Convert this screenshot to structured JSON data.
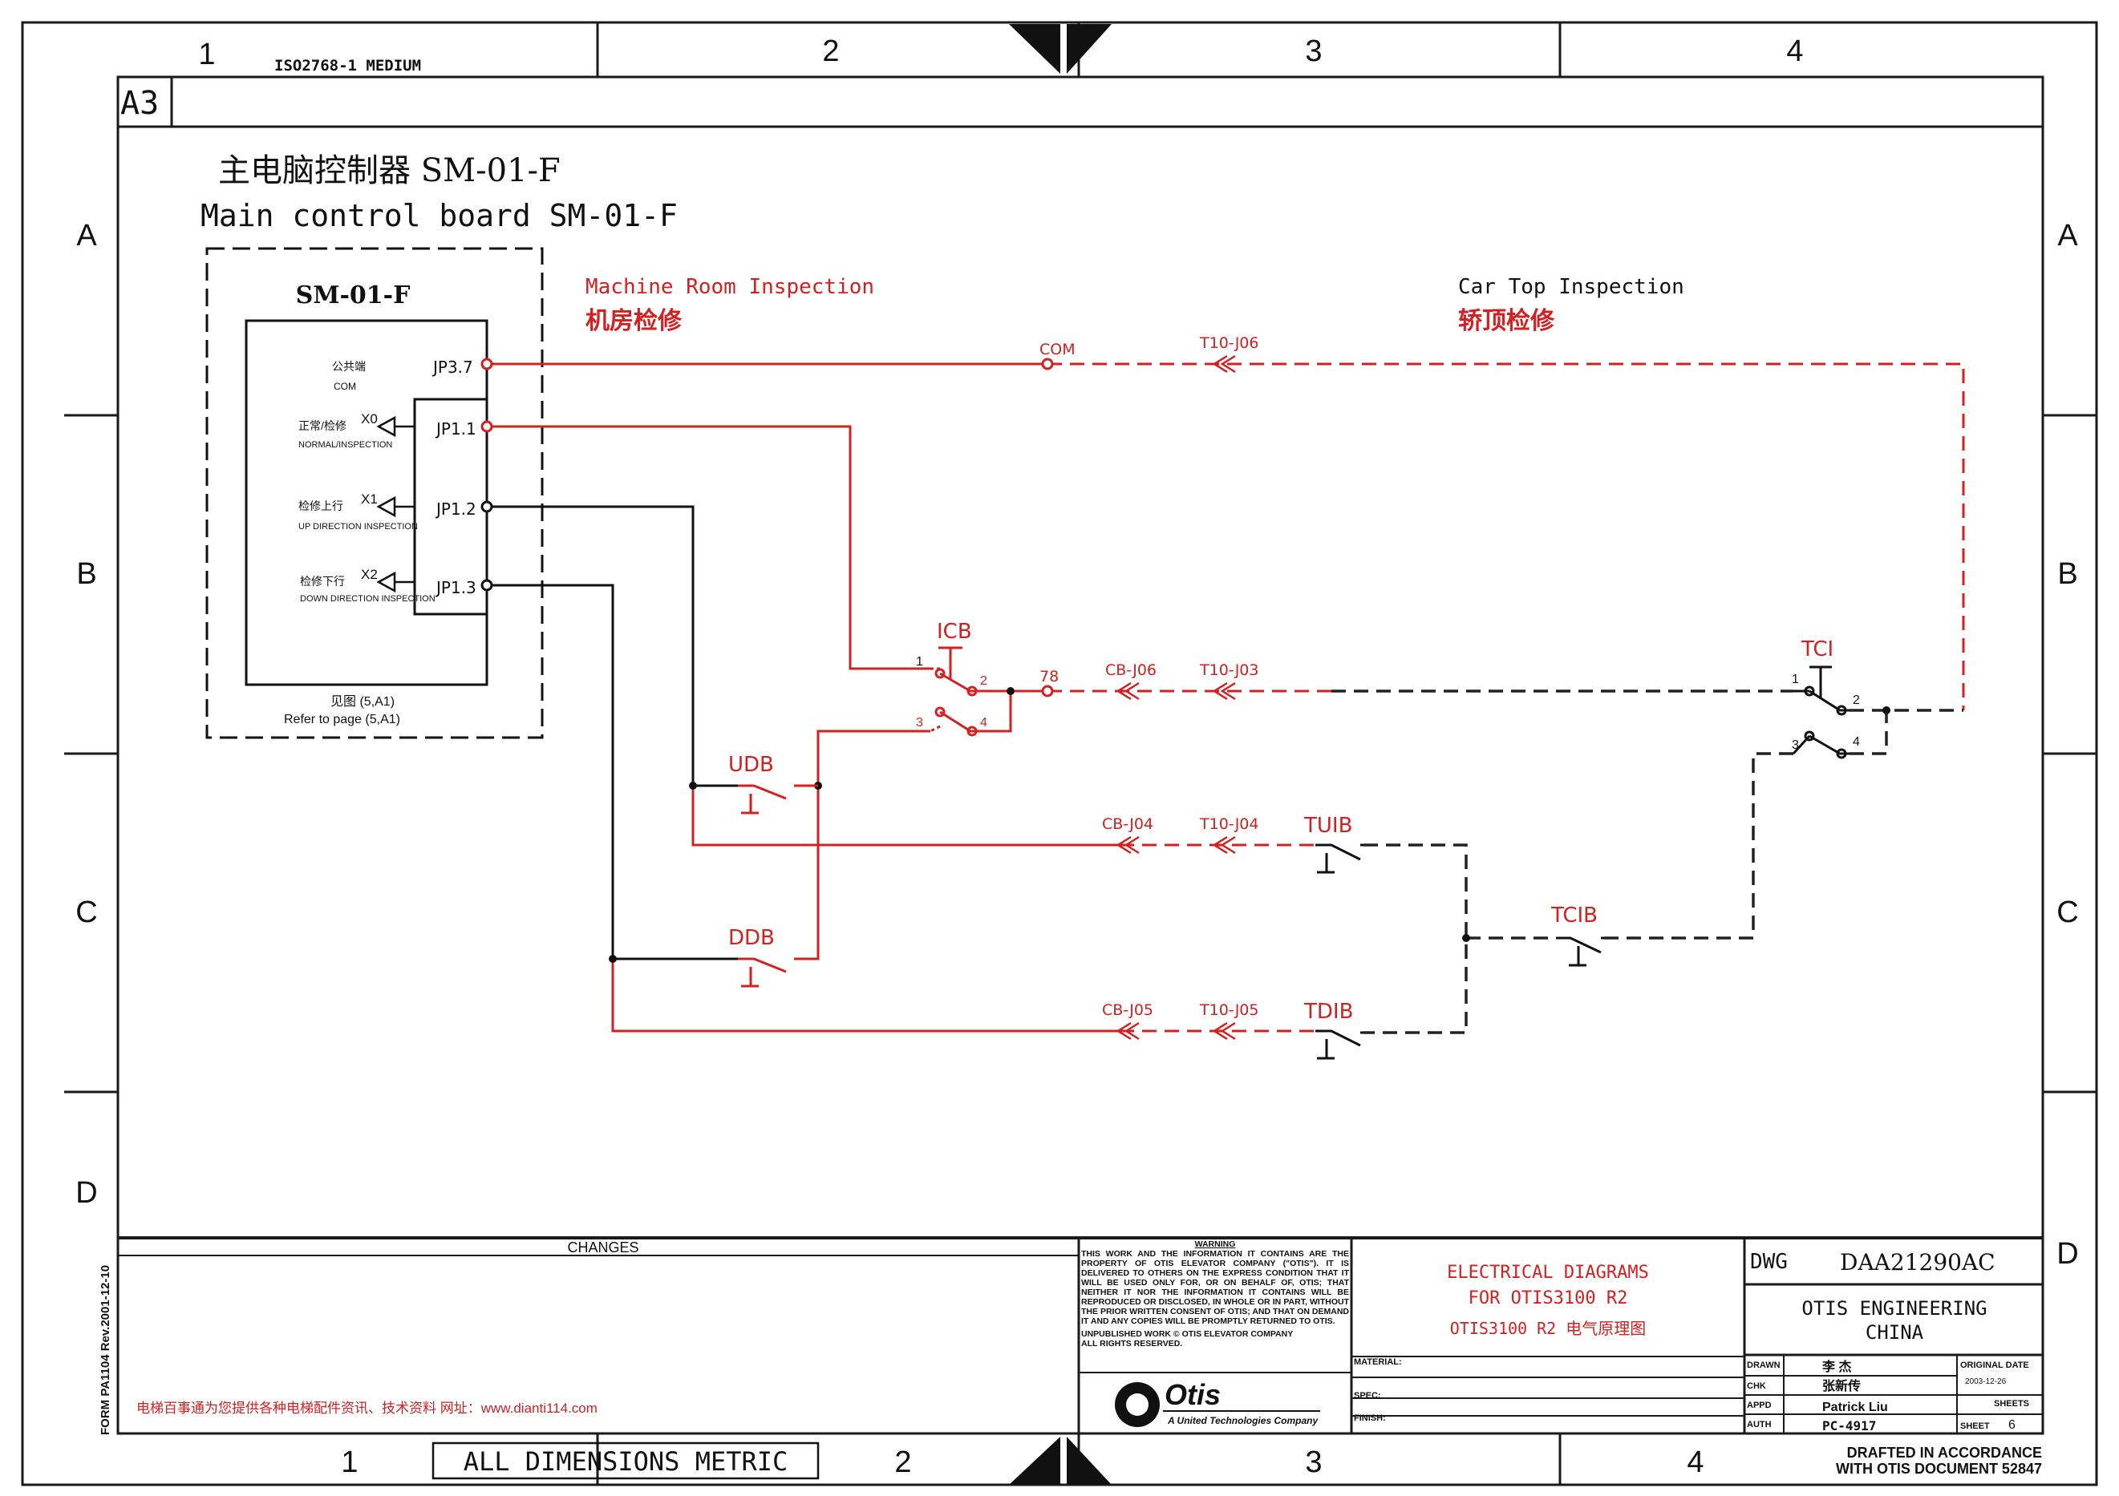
{
  "sheet": {
    "size": "A3",
    "paper_note": "ISO2768-1 MEDIUM",
    "columns": [
      "1",
      "2",
      "3",
      "4"
    ],
    "rows": [
      "A",
      "B",
      "C",
      "D"
    ],
    "form_ref": "FORM PA1104   Rev.2001-12-10",
    "dimensions_note": "ALL DIMENSIONS METRIC",
    "watermark": "电梯百事通为您提供各种电梯配件资讯、技术资料    网址：www.dianti114.com"
  },
  "board": {
    "title_cn": "主电脑控制器 SM-01-F",
    "title_en": "Main control board SM-01-F",
    "box_label": "SM-01-F",
    "pins": [
      {
        "pin": "JP3.7",
        "sig": "",
        "cn": "公共端",
        "en": "COM"
      },
      {
        "pin": "JP1.1",
        "sig": "X0",
        "cn": "正常/检修",
        "en": "NORMAL/INSPECTION"
      },
      {
        "pin": "JP1.2",
        "sig": "X1",
        "cn": "检修上行",
        "en": "UP DIRECTION INSPECTION"
      },
      {
        "pin": "JP1.3",
        "sig": "X2",
        "cn": "检修下行",
        "en": "DOWN DIRECTION INSPECTION"
      }
    ],
    "refer_cn": "见图 (5,A1)",
    "refer_en": "Refer to page (5,A1)"
  },
  "sections": {
    "machine_room_en": "Machine Room Inspection",
    "machine_room_cn": "机房检修",
    "car_top_en": "Car Top Inspection",
    "car_top_cn": "轿顶检修"
  },
  "components": {
    "icb": "ICB",
    "tci": "TCI",
    "udb": "UDB",
    "ddb": "DDB",
    "tuib": "TUIB",
    "tdib": "TDIB",
    "tcib": "TCIB",
    "icb_contacts": [
      "1",
      "2",
      "3",
      "4"
    ],
    "tci_contacts": [
      "1",
      "2",
      "3",
      "4"
    ]
  },
  "connectors": {
    "com": "COM",
    "t10_j06": "T10-J06",
    "node_78": "78",
    "cb_j06": "CB-J06",
    "t10_j03": "T10-J03",
    "cb_j04": "CB-J04",
    "t10_j04": "T10-J04",
    "cb_j05": "CB-J05",
    "t10_j05": "T10-J05"
  },
  "title_block": {
    "changes_header": "CHANGES",
    "warning_title": "WARNING",
    "warning_text": "THIS WORK AND THE INFORMATION IT CONTAINS ARE THE PROPERTY OF OTIS ELEVATOR COMPANY (\"OTIS\"). IT IS DELIVERED TO OTHERS ON THE EXPRESS CONDITION THAT IT WILL BE USED ONLY FOR, OR ON BEHALF OF, OTIS; THAT NEITHER IT NOR THE INFORMATION IT CONTAINS WILL BE REPRODUCED OR DISCLOSED, IN WHOLE OR IN PART, WITHOUT THE PRIOR WRITTEN CONSENT OF OTIS; AND THAT ON DEMAND IT AND ANY COPIES WILL BE PROMPTLY RETURNED TO OTIS.",
    "unpublished": "UNPUBLISHED WORK © OTIS ELEVATOR COMPANY",
    "rights": "ALL RIGHTS RESERVED.",
    "logo_text": "Otis",
    "logo_sub": "A United Technologies Company",
    "material": "MATERIAL:",
    "spec": "SPEC:",
    "finish": "FINISH:",
    "diagram_line1": "ELECTRICAL DIAGRAMS",
    "diagram_line2": "FOR OTIS3100 R2",
    "diagram_line3": "OTIS3100 R2 电气原理图",
    "dwg_label": "DWG",
    "dwg_no": "DAA21290AC",
    "company_line1": "OTIS ENGINEERING",
    "company_line2": "CHINA",
    "drawn_label": "DRAWN",
    "drawn_value": "李 杰",
    "chk_label": "CHK",
    "chk_value": "张新传",
    "appd_label": "APPD",
    "appd_value": "Patrick Liu",
    "auth_label": "AUTH",
    "auth_value": "PC-4917",
    "orig_date_label": "ORIGINAL DATE",
    "orig_date_value": "2003-12-26",
    "sheets_label": "SHEETS",
    "sheet_label": "SHEET",
    "sheet_value": "6",
    "drafted_line1": "DRAFTED IN ACCORDANCE",
    "drafted_line2": "WITH OTIS DOCUMENT 52847"
  },
  "colors": {
    "wire_red": "#d42020",
    "wire_black": "#111111",
    "frame": "#1a1a1a",
    "background": "#ffffff"
  }
}
